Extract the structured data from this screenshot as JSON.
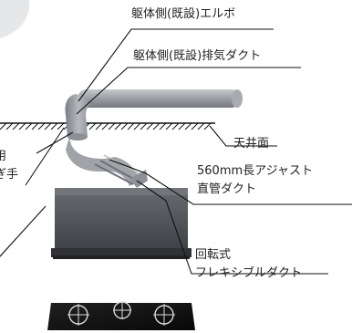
{
  "labels": {
    "existing_elbow": "躯体側(既設)エルボ",
    "existing_exhaust_duct": "躯体側(既設)排気ダクト",
    "ceiling_surface": "天井面",
    "adjust_duct_line1": "560mm長アジャスト",
    "adjust_duct_line2": "直管ダクト",
    "flexible_duct_line1": "回転式",
    "flexible_duct_line2": "フレキシブルダクト",
    "left_partial_line1": "用",
    "left_partial_line2": "ぎ手"
  },
  "colors": {
    "duct": "#9b9ea3",
    "duct_dark": "#6e7278",
    "hood": "#4f5156",
    "hood_dark": "#2f3135",
    "cooktop": "#151515",
    "ceiling_hatch": "#111111",
    "leader_line": "#111111"
  },
  "icons": {
    "cooktop": "gas-cooktop-icon",
    "range_hood": "range-hood-icon",
    "duct": "duct-icon"
  }
}
